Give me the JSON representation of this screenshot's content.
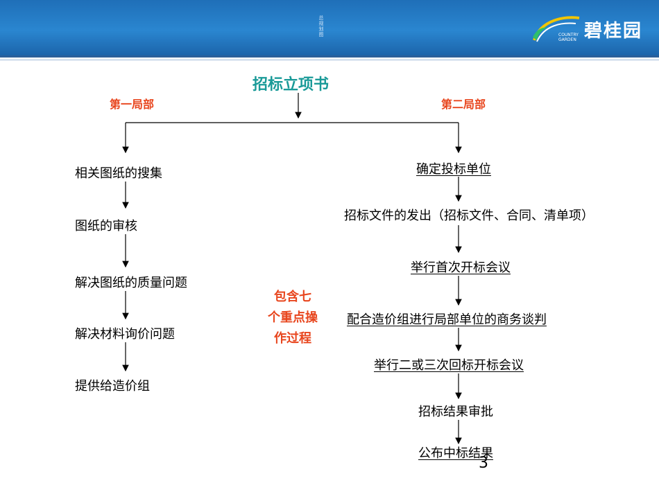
{
  "header": {
    "tiny_text": "总规划图",
    "logo_name": "碧桂园",
    "logo_sub_1": "COUNTRY",
    "logo_sub_2": "GARDEN"
  },
  "title": "招标立项书",
  "left_label": "第一局部",
  "right_label": "第二局部",
  "left_steps": [
    "相关图纸的搜集",
    "图纸的审核",
    "解决图纸的质量问题",
    "解决材料询价问题",
    "提供给造价组"
  ],
  "right_steps": [
    "确定投标单位",
    "招标文件的发出（招标文件、合同、清单项）",
    "举行首次开标会议",
    "配合造价组进行局部单位的商务谈判",
    "举行二或三次回标开标会议",
    "招标结果审批",
    "公布中标结果"
  ],
  "center_note": [
    "包含七",
    "个重点操",
    "作过程"
  ],
  "page_number": "3",
  "colors": {
    "header": "#2a86d0",
    "title": "#1a9a98",
    "accent_red": "#e8461e"
  }
}
